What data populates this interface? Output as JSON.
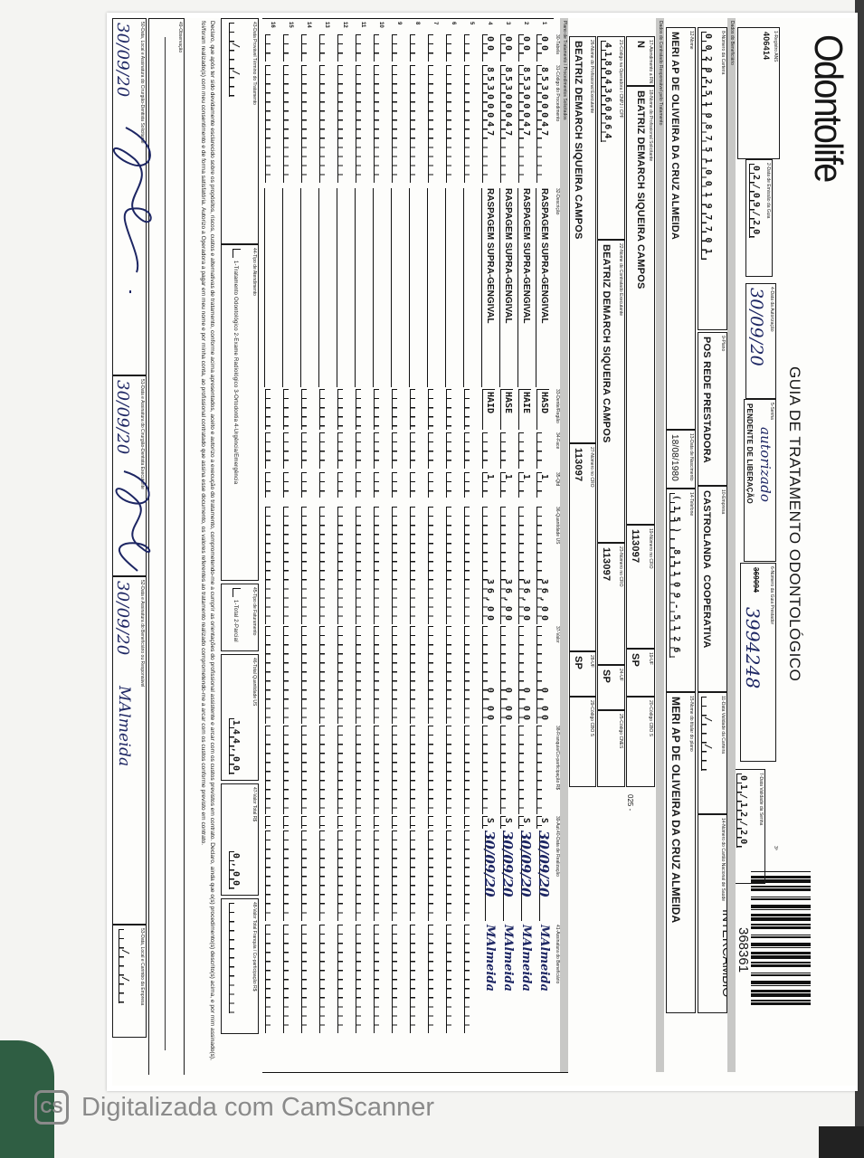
{
  "watermark": {
    "badge": "CS",
    "text": "Digitalizada com CamScanner"
  },
  "header": {
    "logo": "Odontolife",
    "title": "GUIA DE TRATAMENTO ODONTOLÓGICO",
    "via": "3ª",
    "barcode_number": "368361",
    "barcode_label": "INTERCÂMBIO"
  },
  "guide": {
    "f1": {
      "label": "1-Registro ANS",
      "value": "406414"
    },
    "f2": {
      "label": "2-Data de Emissão da Guia",
      "value": "02/09/20"
    },
    "f4": {
      "label": "4-Data da Autorização",
      "value": "30/09/20"
    },
    "f5": {
      "label": "5-Senha",
      "value": "PENDENTE DE LIBERAÇÃO",
      "handwritten": "autorizado"
    },
    "f6": {
      "label": "6-Número da Guia Prestador",
      "value": "369094",
      "handwritten": "3994248"
    },
    "f7": {
      "label": "7-Data Validade da Senha",
      "value": "01/12/20"
    }
  },
  "sections": {
    "beneficiary": "Dados do Beneficiário",
    "contracted": "Dados do Contratado Responsável pelo Tratamento",
    "plan": "Plano de Tratamento / Procedimentos Solicitados"
  },
  "beneficiary": {
    "f8": {
      "label": "8-Número da Carteira",
      "value": "00202510875100197701"
    },
    "f9": {
      "label": "9-Plano",
      "value": "POS REDE PRESTADORA"
    },
    "f10": {
      "label": "10-Empresa",
      "value": "CASTROLANDA  COOPERATIVA"
    },
    "f11": {
      "label": "11-Data Validade da Carteira",
      "value": "  /  /  "
    },
    "f16": {
      "label": "14-Número do Cartão Nacional de Saúde",
      "value": ""
    },
    "f12": {
      "label": "12-Nome",
      "value": "MERI AP DE OLIVEIRA DA CRUZ ALMEIDA"
    },
    "f13": {
      "label": "13-Data de Nascimento",
      "value": "18/08/1980"
    },
    "f14": {
      "label": "14-Telefone",
      "value": "(15) 81109-5126"
    },
    "f15": {
      "label": "15-Nome do titular do plano",
      "value": "MERI AP DE OLIVEIRA DA CRUZ ALMEIDA"
    }
  },
  "contracted": {
    "f17": {
      "label": "17-Atendimento a RN",
      "value": "N"
    },
    "f18": {
      "label": "18-Nome do Profissional Solicitante",
      "value": "BEATRIZ DEMARCH SIQUEIRA CAMPOS"
    },
    "f19": {
      "label": "19-Número no CRO",
      "value": "113097"
    },
    "f19uf": {
      "label": "19-UF",
      "value": "SP"
    },
    "f20": {
      "label": "20-Código CBO S",
      "value": ""
    },
    "code_suffix": "025 -",
    "f21": {
      "label": "21-Código na Operadora / CNPJ / CPF",
      "value": "41804360864"
    },
    "f22": {
      "label": "22-Nome do Contratado Executante",
      "value": "BEATRIZ DEMARCH SIQUEIRA CAMPOS"
    },
    "f23": {
      "label": "23-Número no CRO",
      "value": "113097"
    },
    "f24": {
      "label": "24-UF",
      "value": "SP"
    },
    "f25": {
      "label": "25-Código CNES",
      "value": ""
    },
    "f26": {
      "label": "26-Nome do Profissional Executante",
      "value": "BEATRIZ DEMARCH SIQUEIRA CAMPOS"
    },
    "f27": {
      "label": "27-Número no CRO",
      "value": "113097"
    },
    "f28": {
      "label": "28-UF",
      "value": "SP"
    },
    "f29": {
      "label": "29-Código CBO S",
      "value": ""
    }
  },
  "table": {
    "headers": {
      "tabela": "30-Tabela",
      "codigo": "31-Código do Procedimento",
      "descricao": "32-Descrição",
      "dente": "33-Dente/Região",
      "face": "34-Face",
      "qtd": "35-Qtd",
      "us": "36-Quantidade US",
      "valor": "37-Valor",
      "franquia": "38-Franquia/Co-participação R$",
      "aut": "39-Aut.",
      "data": "40-Data de Realização",
      "assin": "41-Assinatura do Beneficiário"
    },
    "rows": [
      {
        "n": "1",
        "tabela": "00",
        "codigo": "85300047",
        "descricao": "RASPAGEM SUPRA-GENGIVAL",
        "dente": "HASD",
        "face": "",
        "qtd": "1",
        "us": "36,00",
        "valor": "0,00",
        "franquia": "",
        "aut": "S",
        "data": "30/09/20",
        "assin": "MAlmeida"
      },
      {
        "n": "2",
        "tabela": "00",
        "codigo": "85300047",
        "descricao": "RASPAGEM SUPRA-GENGIVAL",
        "dente": "HAIE",
        "face": "",
        "qtd": "1",
        "us": "36,00",
        "valor": "0,00",
        "franquia": "",
        "aut": "S",
        "data": "30/09/20",
        "assin": "MAlmeida"
      },
      {
        "n": "3",
        "tabela": "00",
        "codigo": "85300047",
        "descricao": "RASPAGEM SUPRA-GENGIVAL",
        "dente": "HASE",
        "face": "",
        "qtd": "1",
        "us": "36,00",
        "valor": "0,00",
        "franquia": "",
        "aut": "S",
        "data": "30/09/20",
        "assin": "MAlmeida"
      },
      {
        "n": "4",
        "tabela": "00",
        "codigo": "85300047",
        "descricao": "RASPAGEM SUPRA-GENGIVAL",
        "dente": "HAID",
        "face": "",
        "qtd": "1",
        "us": "36,00",
        "valor": "0,00",
        "franquia": "",
        "aut": "S",
        "data": "30/09/20",
        "assin": "MAlmeida"
      },
      {
        "n": "5"
      },
      {
        "n": "6"
      },
      {
        "n": "7"
      },
      {
        "n": "8"
      },
      {
        "n": "9"
      },
      {
        "n": "10"
      },
      {
        "n": "11"
      },
      {
        "n": "12"
      },
      {
        "n": "13"
      },
      {
        "n": "14"
      },
      {
        "n": "15"
      },
      {
        "n": "16"
      }
    ]
  },
  "totals": {
    "f43": {
      "label": "43-Data Provável Término do Tratamento",
      "value": "  /  /  "
    },
    "f44": {
      "label": "44-Tipo de Atendimento",
      "value": "1-Tratamento Odontológico 2-Exame Radiológico 3-Ortodontia 4-Urgência/Emergência"
    },
    "f45": {
      "label": "45-Tipo de Faturamento",
      "value": "1-Total 2-Parcial"
    },
    "f46": {
      "label": "46-Total Quantidade US",
      "value": "144,00"
    },
    "f47": {
      "label": "47-Valor Total R$",
      "value": "0,00"
    },
    "f48": {
      "label": "48-Valor Total Franquia / Co-participação R$",
      "value": ""
    }
  },
  "declaration": "Declaro, que após ter sido devidamente esclarecido sobre os propósitos, riscos, custos e alternativas de tratamento, conforme acima apresentados, aceito e autorizo a execução do tratamento, comprometendo-me a cumprir as orientações do profissional assistente e arcar com os custos previstos em contrato. Declaro, ainda que o(s) procedimento(s) descrito(s) acima, e por mim assinado(s), foi/foram realizado(s) com meu consentimento e de forma satisfatória. Autorizo a Operadora a pagar em meu nome e por minha conta, ao profissional contratado que assina esse documento, os valores referentes ao tratamento realizado comprometendo-me a arcar com os custos conforme previsto em contrato.",
  "observation": {
    "label": "49-Observação",
    "value": ""
  },
  "signatures": {
    "f50": {
      "label": "50-Data, Local e Assinatura do Cirurgião-Dentista Solicitante",
      "date": "30/09/20"
    },
    "f51": {
      "label": "51-Data e Assinatura do Cirurgião-Dentista Executante",
      "date": "30/09/20"
    },
    "f52": {
      "label": "52-Data e Assinatura do Beneficiário ou Responsável",
      "date": "30/09/20",
      "signature": "MAlmeida"
    },
    "f53": {
      "label": "53-Data, Local e Carimbo da Empresa",
      "date": "  /  /  "
    }
  }
}
